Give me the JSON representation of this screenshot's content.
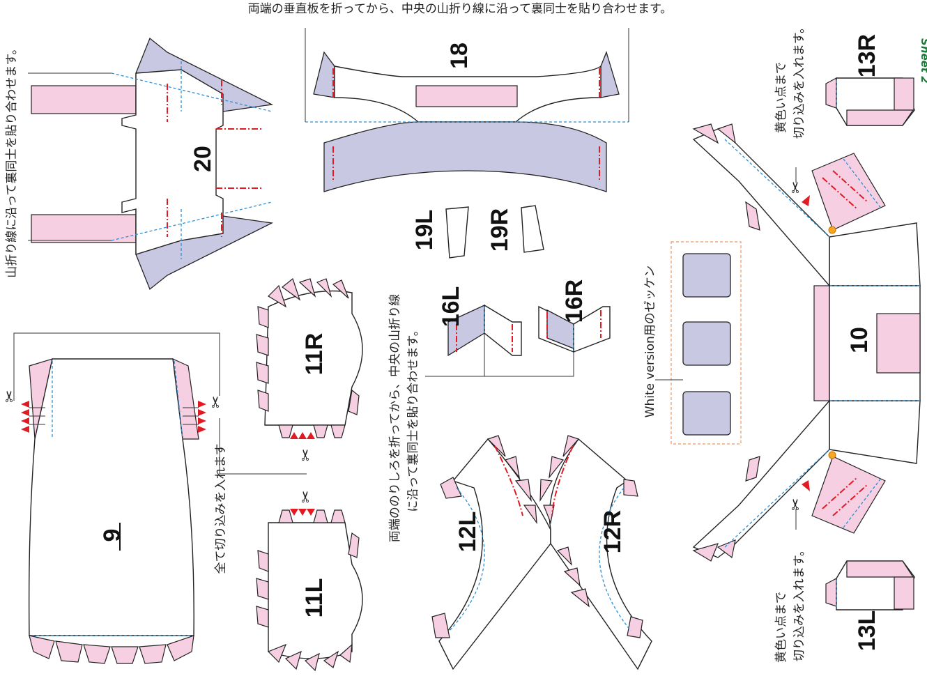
{
  "sheet_number": "Sheet 2",
  "parts": {
    "p9": "9",
    "p10": "10",
    "p11L": "11L",
    "p11R": "11R",
    "p12L": "12L",
    "p12R": "12R",
    "p13L": "13L",
    "p13R": "13R",
    "p16L": "16L",
    "p16R": "16R",
    "p18": "18",
    "p19L": "19L",
    "p19R": "19R",
    "p20": "20"
  },
  "notes": {
    "mountain_fold_glue": "山折り線に沿って裏同士を貼り合わせます。",
    "both_ends_fold": "両端の垂直板を折ってから、中央の山折り線に沿って裏同士を貼り合わせます。",
    "cut_all_line1": "全て切り込みを入れます",
    "glue_flaps_line1": "両端ののりしろを折ってから、中央の山折り線",
    "glue_flaps_line2": "に沿って裏同士を貼り合わせます。",
    "yellow_dot_top_line1": "黄色い点まで",
    "yellow_dot_top_line2": "切り込みを入れます。",
    "yellow_dot_bottom_line1": "黄色い点まで",
    "yellow_dot_bottom_line2": "切り込みを入れます。",
    "white_version": "White version用のゼッケン"
  },
  "colors": {
    "glue_tab": "#f7cfe2",
    "panel": "#c9c8e3",
    "valley_fold": "#2a8fd6",
    "mountain_fold": "#e01b24",
    "cut_mark": "#e01b24",
    "yellow_dot": "#f5a623",
    "sheet_label": "#1a7a3a"
  }
}
